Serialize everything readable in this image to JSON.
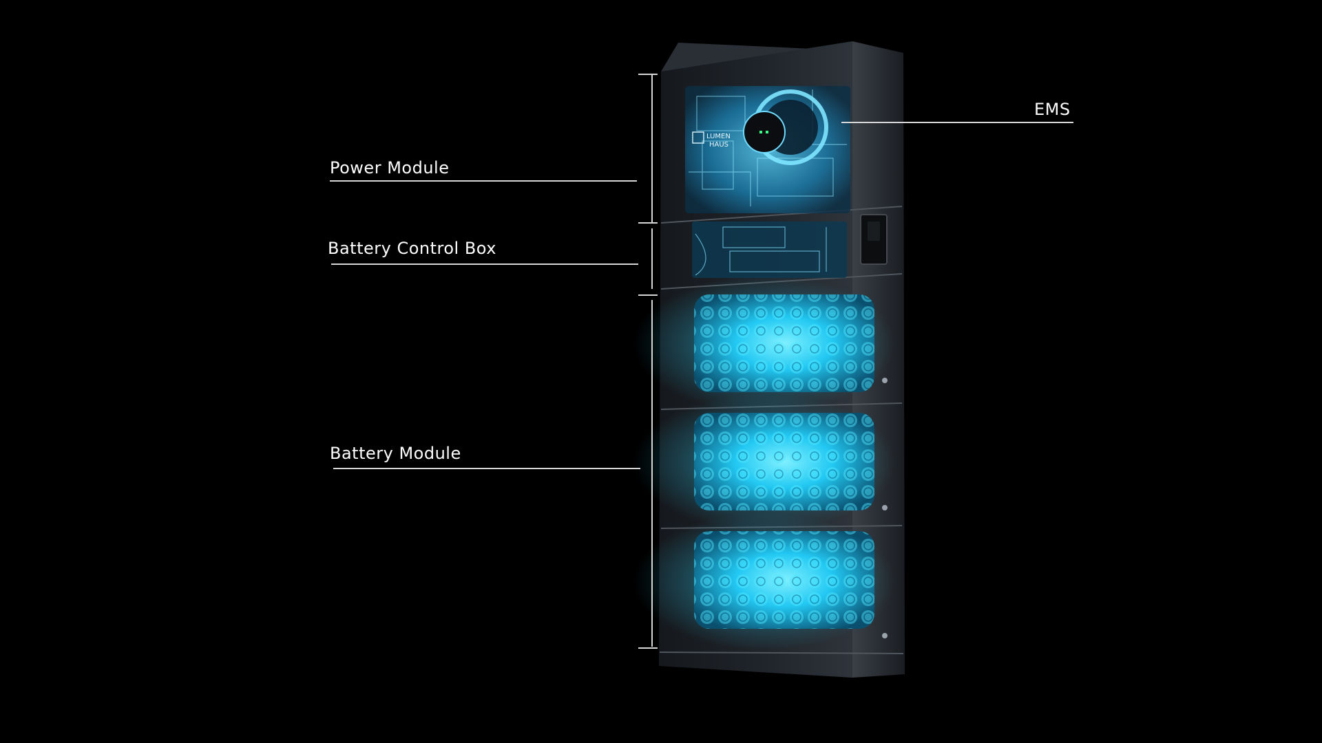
{
  "labels": {
    "power_module": "Power Module",
    "battery_control_box": "Battery Control Box",
    "battery_module": "Battery Module",
    "ems": "EMS"
  },
  "brand": {
    "logo_line1": "LUMEN",
    "logo_line2": "HAUS"
  },
  "colors": {
    "background": "#000000",
    "label_text": "#ffffff",
    "leader_line": "#d8d8d8",
    "cell_glow": "#2ad7ff",
    "cabinet": "#1c1f24"
  }
}
